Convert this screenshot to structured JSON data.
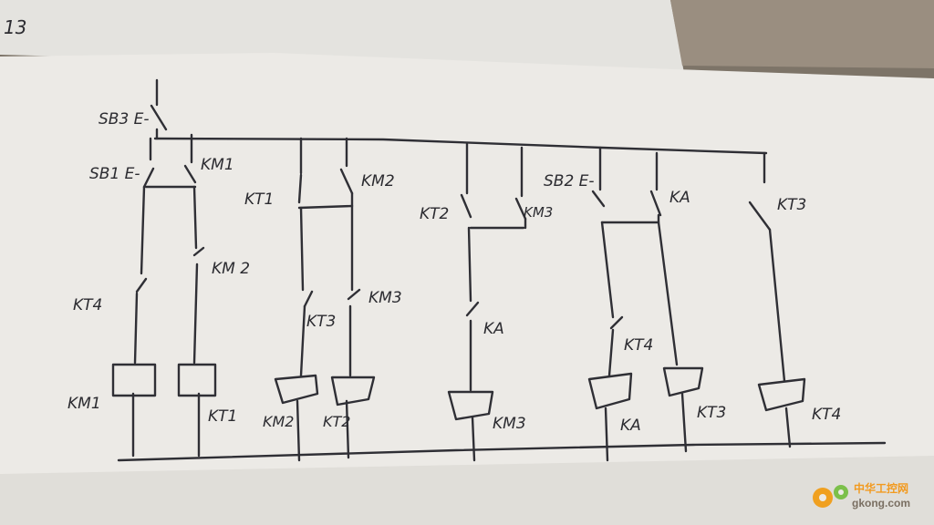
{
  "colors": {
    "ink": "#2f2f35",
    "paper": "#eceae5",
    "desk": "#8a7d6c",
    "watermark": "#f29a1f"
  },
  "diagram": {
    "corner_text": "13",
    "labels": {
      "sb3": "SB3 E-",
      "sb1": "SB1 E-",
      "km1_contact": "KM1",
      "km2_contact_top": "KM2",
      "kt1_contact": "KT1",
      "kt2_contact": "KT2",
      "km3_contact_top": "KM3",
      "sb2": "SB2 E-",
      "ka_contact": "KA",
      "kt3_contact": "KT3",
      "km2_contact": "KM 2",
      "kt4_contact_1": "KT4",
      "kt3_nc": "KT3",
      "km3_contact": "KM3",
      "ka_nc": "KA",
      "kt4_contact_2": "KT4",
      "coil_km1": "KM1",
      "coil_kt1": "KT1",
      "coil_km2": "KM2",
      "coil_kt2": "KT2",
      "coil_km3": "KM3",
      "coil_ka": "KA",
      "coil_kt3": "KT3",
      "coil_kt4": "KT4"
    }
  },
  "watermark": {
    "cn": "中华工控网",
    "site": "gkong.com"
  }
}
